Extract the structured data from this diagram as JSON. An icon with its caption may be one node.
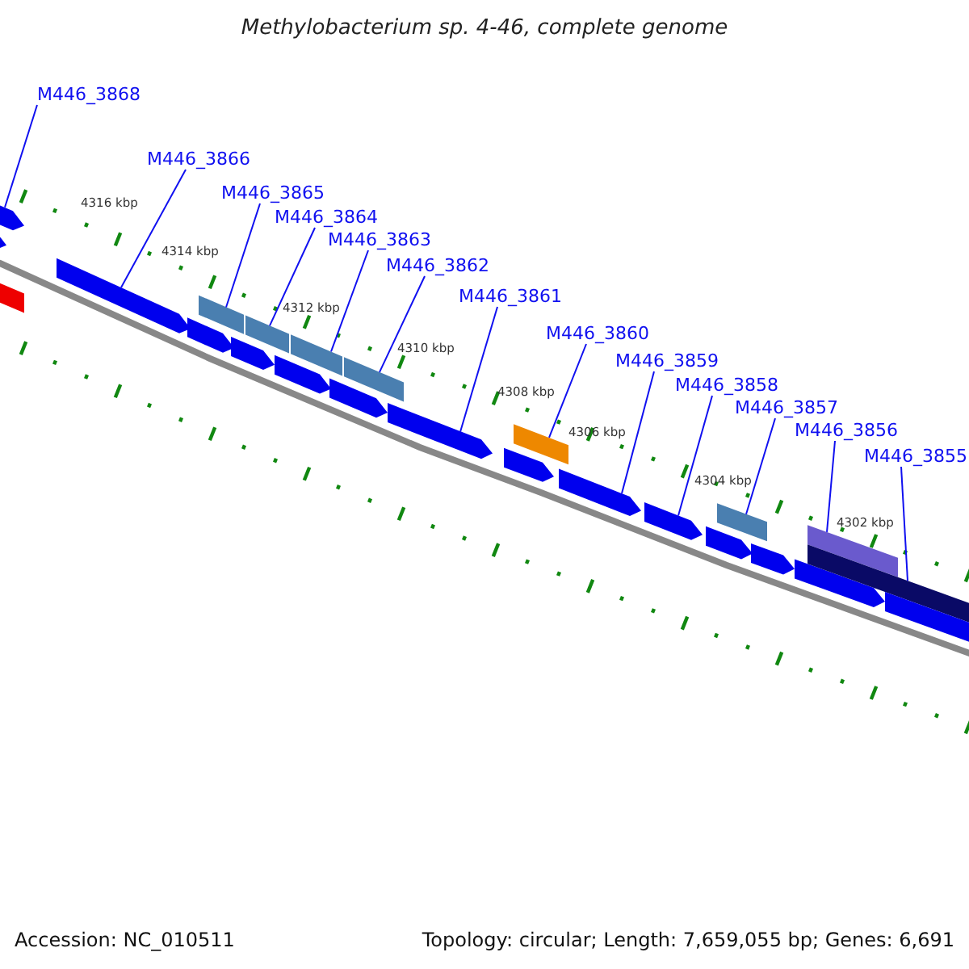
{
  "diagram": {
    "title": "Methylobacterium sp. 4-46, complete genome",
    "nodes": [
      {
        "text": [
          "M446_3868"
        ]
      },
      {
        "text": [
          "M446_3866"
        ]
      },
      {
        "text": [
          "M446_3865"
        ]
      },
      {
        "text": [
          "M446_3864"
        ]
      },
      {
        "text": [
          "M446_3863"
        ]
      },
      {
        "text": [
          "M446_3862"
        ]
      },
      {
        "text": [
          "M446_3861"
        ]
      },
      {
        "text": [
          "M446_3860"
        ]
      },
      {
        "text": [
          "M446_3859"
        ]
      },
      {
        "text": [
          "M446_3858"
        ]
      },
      {
        "text": [
          "M446_3857"
        ]
      },
      {
        "text": [
          "M446_3856"
        ]
      },
      {
        "text": [
          "M446_3855"
        ]
      },
      {
        "text": [],
        "shape": "arrow"
      },
      {
        "text": [],
        "shape": "arrow"
      },
      {
        "text": [],
        "shape": "bar"
      },
      {
        "text": [],
        "shape": "arrow"
      },
      {
        "text": [],
        "shape": "arrow"
      },
      {
        "text": [],
        "shape": "bar"
      },
      {
        "text": [],
        "shape": "arrow"
      },
      {
        "text": [],
        "shape": "bar"
      },
      {
        "text": [],
        "shape": "arrow"
      },
      {
        "text": [],
        "shape": "bar"
      },
      {
        "text": [],
        "shape": "arrow"
      },
      {
        "text": [],
        "shape": "bar"
      },
      {
        "text": [],
        "shape": "arrow"
      },
      {
        "text": [],
        "shape": "arrow"
      },
      {
        "text": [],
        "shape": "bar"
      },
      {
        "text": [],
        "shape": "arrow"
      },
      {
        "text": [],
        "shape": "arrow"
      },
      {
        "text": [],
        "shape": "arrow"
      },
      {
        "text": [],
        "shape": "bar"
      },
      {
        "text": [],
        "shape": "arrow"
      },
      {
        "text": [],
        "shape": "arrow"
      },
      {
        "text": [],
        "shape": "bar"
      },
      {
        "text": [],
        "shape": "bar"
      },
      {
        "text": [],
        "shape": "arrow"
      }
    ],
    "edges": [
      {
        "from": 0,
        "to": 13,
        "arrow": "none"
      },
      {
        "from": 1,
        "to": 16,
        "arrow": "none"
      },
      {
        "from": 2,
        "to": 18,
        "arrow": "none"
      },
      {
        "from": 3,
        "to": 20,
        "arrow": "none"
      },
      {
        "from": 4,
        "to": 22,
        "arrow": "none"
      },
      {
        "from": 5,
        "to": 24,
        "arrow": "none"
      },
      {
        "from": 6,
        "to": 25,
        "arrow": "none"
      },
      {
        "from": 7,
        "to": 27,
        "arrow": "none"
      },
      {
        "from": 8,
        "to": 28,
        "arrow": "none"
      },
      {
        "from": 9,
        "to": 29,
        "arrow": "none"
      },
      {
        "from": 10,
        "to": 31,
        "arrow": "none"
      },
      {
        "from": 11,
        "to": 34,
        "arrow": "none"
      },
      {
        "from": 12,
        "to": 35,
        "arrow": "none"
      }
    ],
    "labels": [
      "4316 kbp",
      "4314 kbp",
      "4312 kbp",
      "4310 kbp",
      "4308 kbp",
      "4306 kbp",
      "4304 kbp",
      "4302 kbp",
      "Accession: NC_010511",
      "Topology: circular; Length: 7,659,055 bp; Genes: 6,691"
    ]
  }
}
